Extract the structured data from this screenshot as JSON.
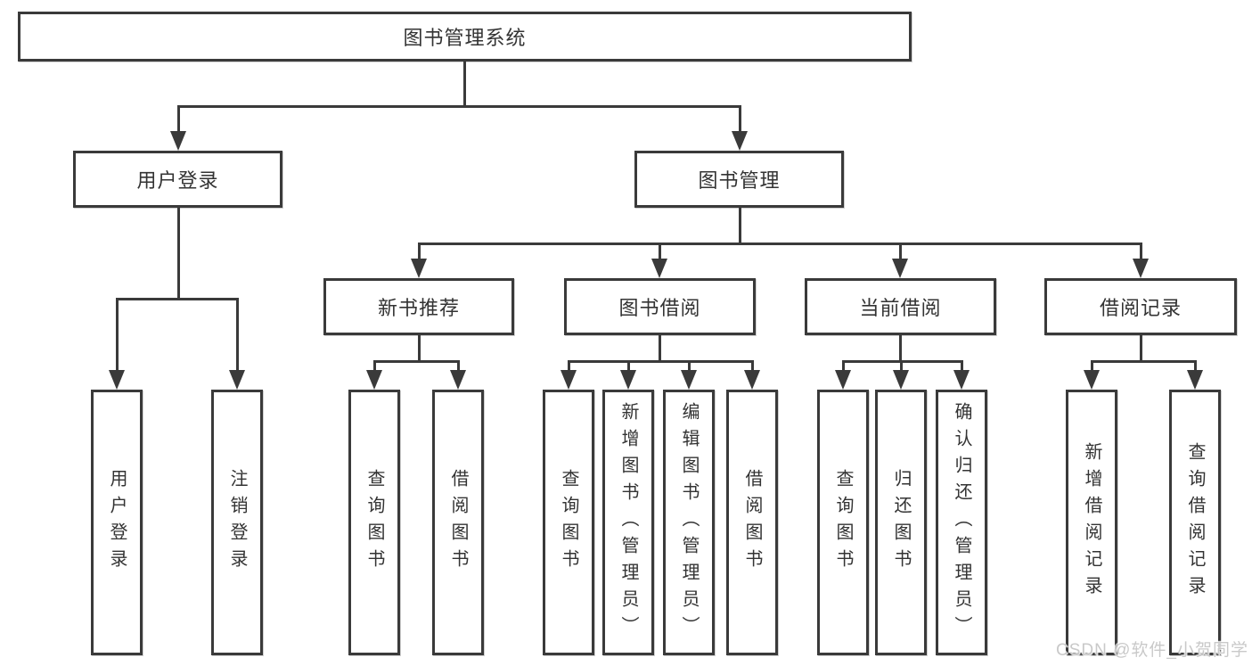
{
  "diagram": {
    "root": {
      "label": "图书管理系统"
    },
    "level2": [
      {
        "label": "用户登录"
      },
      {
        "label": "图书管理"
      }
    ],
    "level3": [
      {
        "label": "新书推荐"
      },
      {
        "label": "图书借阅"
      },
      {
        "label": "当前借阅"
      },
      {
        "label": "借阅记录"
      }
    ],
    "leaves": [
      {
        "label": "用户登录"
      },
      {
        "label": "注销登录"
      },
      {
        "label": "查询图书"
      },
      {
        "label": "借阅图书"
      },
      {
        "label": "查询图书"
      },
      {
        "label": "新增图书（管理员）"
      },
      {
        "label": "编辑图书（管理员）"
      },
      {
        "label": "借阅图书"
      },
      {
        "label": "查询图书"
      },
      {
        "label": "归还图书"
      },
      {
        "label": "确认归还（管理员）"
      },
      {
        "label": "新增借阅记录"
      },
      {
        "label": "查询借阅记录"
      }
    ]
  },
  "watermark": {
    "text": "CSDN @软件_小贺同学"
  },
  "colors": {
    "line": "#3a3a3a",
    "text": "#333333",
    "background": "#ffffff",
    "watermark": "#c9c9c9"
  }
}
